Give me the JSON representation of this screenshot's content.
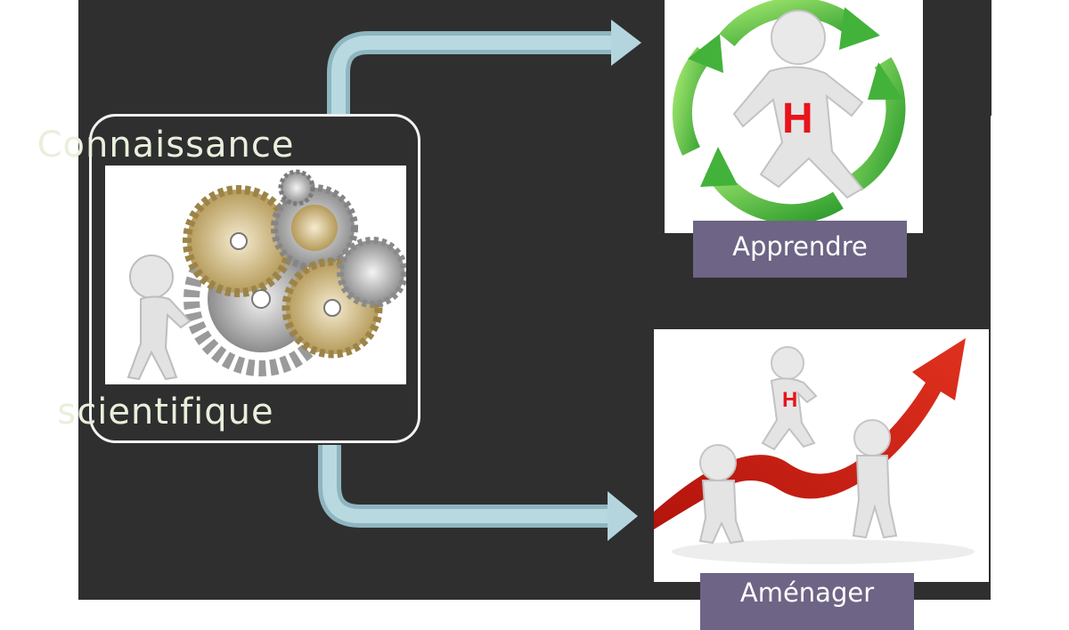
{
  "knowledge": {
    "line1": "Connaissance",
    "line2": "scientifique"
  },
  "outcomes": [
    {
      "label": "Apprendre",
      "badge": "H"
    },
    {
      "label": "Aménager",
      "badge": "H"
    }
  ],
  "colors": {
    "background": "#2f2f2f",
    "arrow": "#a9cdd6",
    "label_bg": "#6e6485",
    "title_text": "#e8f0dc",
    "badge": "#e8141b"
  }
}
